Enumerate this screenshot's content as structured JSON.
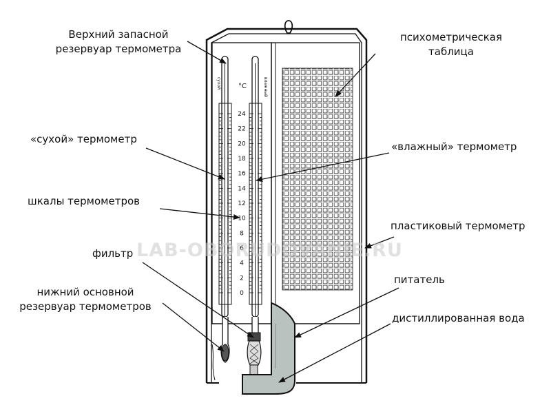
{
  "labels": {
    "upper_reservoir": [
      "Верхний запасной",
      "резервуар термометра"
    ],
    "psychrometric_table": [
      "психометрическая",
      "таблица"
    ],
    "dry_thermometer": "«сухой» термометр",
    "wet_thermometer": "«влажный» термометр",
    "scales": "шкалы термометров",
    "plastic_thermometer": "пластиковый термометр",
    "filter": "фильтр",
    "feeder": "питатель",
    "lower_reservoir": [
      "нижний основной",
      "резервуар термометров"
    ],
    "distilled_water": "дистиллированная вода"
  },
  "scale": {
    "unit": "°С",
    "ticks": [
      "24",
      "22",
      "20",
      "18",
      "16",
      "14",
      "12",
      "10",
      "8",
      "6",
      "4",
      "2",
      "0"
    ],
    "dry_caption": "сухой",
    "wet_caption": "влажный"
  },
  "watermark": "LAB-OBORUDOVANIE.RU",
  "colors": {
    "ink": "#111111",
    "water": "#b9c2bf",
    "grid": "#555555"
  }
}
